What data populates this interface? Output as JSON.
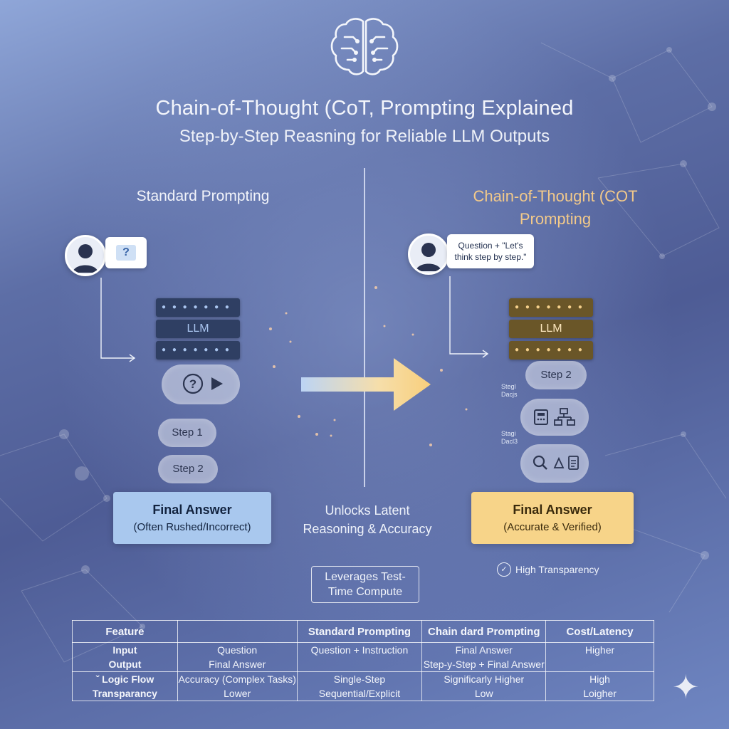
{
  "header": {
    "title": "Chain-of-Thought (CoT, Prompting Explained",
    "subtitle": "Step-by-Step Reasning for Reliable LLM Outputs"
  },
  "left": {
    "heading": "Standard Prompting",
    "bubble_text": "?",
    "llm_label": "LLM",
    "steps": [
      "Step 1",
      "Step 2"
    ],
    "final_title": "Final Answer",
    "final_sub": "(Often Rushed/Incorrect)"
  },
  "right": {
    "heading_line1": "Chain-of-Thought (COT",
    "heading_line2": "Prompting",
    "bubble_line1": "Question + \"Let's",
    "bubble_line2": "think step by step.\"",
    "llm_label": "LLM",
    "step_label": "Step 2",
    "side_note_1_line1": "Stegl",
    "side_note_1_line2": "Dacjs",
    "side_note_2_line1": "Stagi",
    "side_note_2_line2": "Dacl3",
    "final_title": "Final Answer",
    "final_sub": "(Accurate & Verified)",
    "transparency": "High Transparency"
  },
  "center": {
    "note_line1": "Unlocks Latent",
    "note_line2": "Reasoning & Accuracy",
    "compute_line1": "Leverages Test-",
    "compute_line2": "Time Compute"
  },
  "table": {
    "headers": [
      "Feature",
      "",
      "Standard Prompting",
      "Chain dard Prompting",
      "Cost/Latency"
    ],
    "group1": [
      [
        "Input",
        "Question",
        "Question + Instruction",
        "Final Answer",
        "Higher"
      ],
      [
        "Output",
        "Final Answer",
        "",
        "Step-y-Step + Final Answer",
        ""
      ]
    ],
    "group2": [
      [
        "ˇ Logic Flow",
        "Accuracy (Complex Tasks)",
        "Single-Step",
        "Significarly Higher",
        "High"
      ],
      [
        "Transparancy",
        "Lower",
        "Sequential/Explicit",
        "Low",
        "Loigher"
      ]
    ]
  },
  "colors": {
    "left_accent": "#a9c8ee",
    "right_accent": "#f7d489",
    "right_heading": "#f2c98a"
  }
}
